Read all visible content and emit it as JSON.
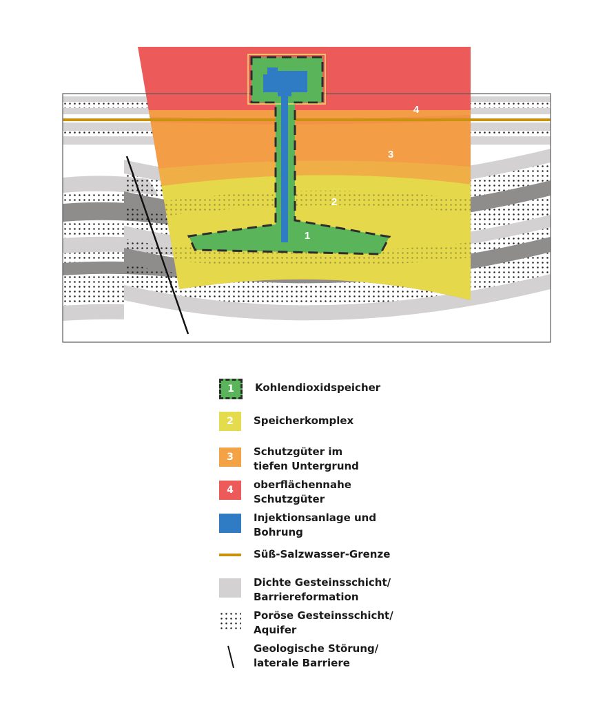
{
  "zones": [
    {
      "id": "1",
      "label": "Kohlendioxidspeicher"
    },
    {
      "id": "2",
      "label": "Speicherkomplex"
    },
    {
      "id": "3",
      "label_lines": [
        "Schutzgüter im",
        "tiefen Untergrund"
      ]
    },
    {
      "id": "4",
      "label_lines": [
        "oberflächennahe",
        "Schutzgüter"
      ]
    }
  ],
  "legend": {
    "injection": {
      "label_lines": [
        "Injektionsanlage und",
        "Bohrung"
      ]
    },
    "boundary": {
      "label": "Süß-Salzwasser-Grenze"
    },
    "dense": {
      "label_lines": [
        "Dichte Gesteinsschicht/",
        "Barriereformation"
      ]
    },
    "porous": {
      "label_lines": [
        "Poröse Gesteinsschicht/",
        "Aquifer"
      ]
    },
    "fault": {
      "label_lines": [
        "Geologische Störung/",
        "laterale Barriere"
      ]
    }
  },
  "colors": {
    "zone1": "#5ab55a",
    "zone2": "#e4dc4c",
    "zone3": "#f3a246",
    "zone4": "#ec5a5a",
    "injection": "#2f7bc4",
    "boundary": "#c8920e",
    "dense": "#d3d1d1"
  }
}
